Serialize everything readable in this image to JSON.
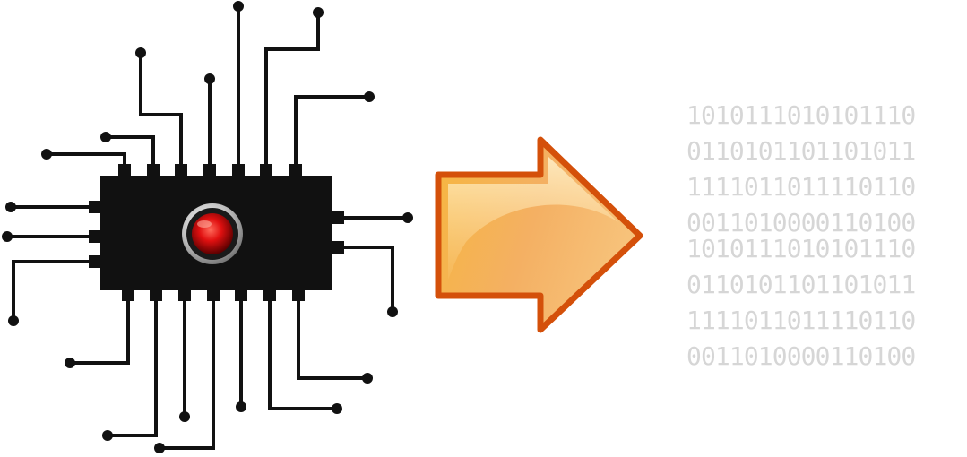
{
  "binary": {
    "block_top": [
      "1010111010101110",
      "0110101101101011",
      "1111011011110110",
      "0011010000110100"
    ],
    "block_bottom": [
      "1010111010101110",
      "0110101101101011",
      "1111011011110110",
      "0011010000110100"
    ]
  },
  "colors": {
    "chip": "#111111",
    "trace": "#111111",
    "led_core": "#e01010",
    "led_ring": "#c0c0c0",
    "arrow_fill_light": "#fde2a0",
    "arrow_fill_dark": "#f3a43c",
    "arrow_stroke": "#d4500a",
    "binary_text": "#d6d6d6"
  },
  "icons": [
    "microchip-icon",
    "red-led-icon",
    "right-arrow-icon"
  ]
}
